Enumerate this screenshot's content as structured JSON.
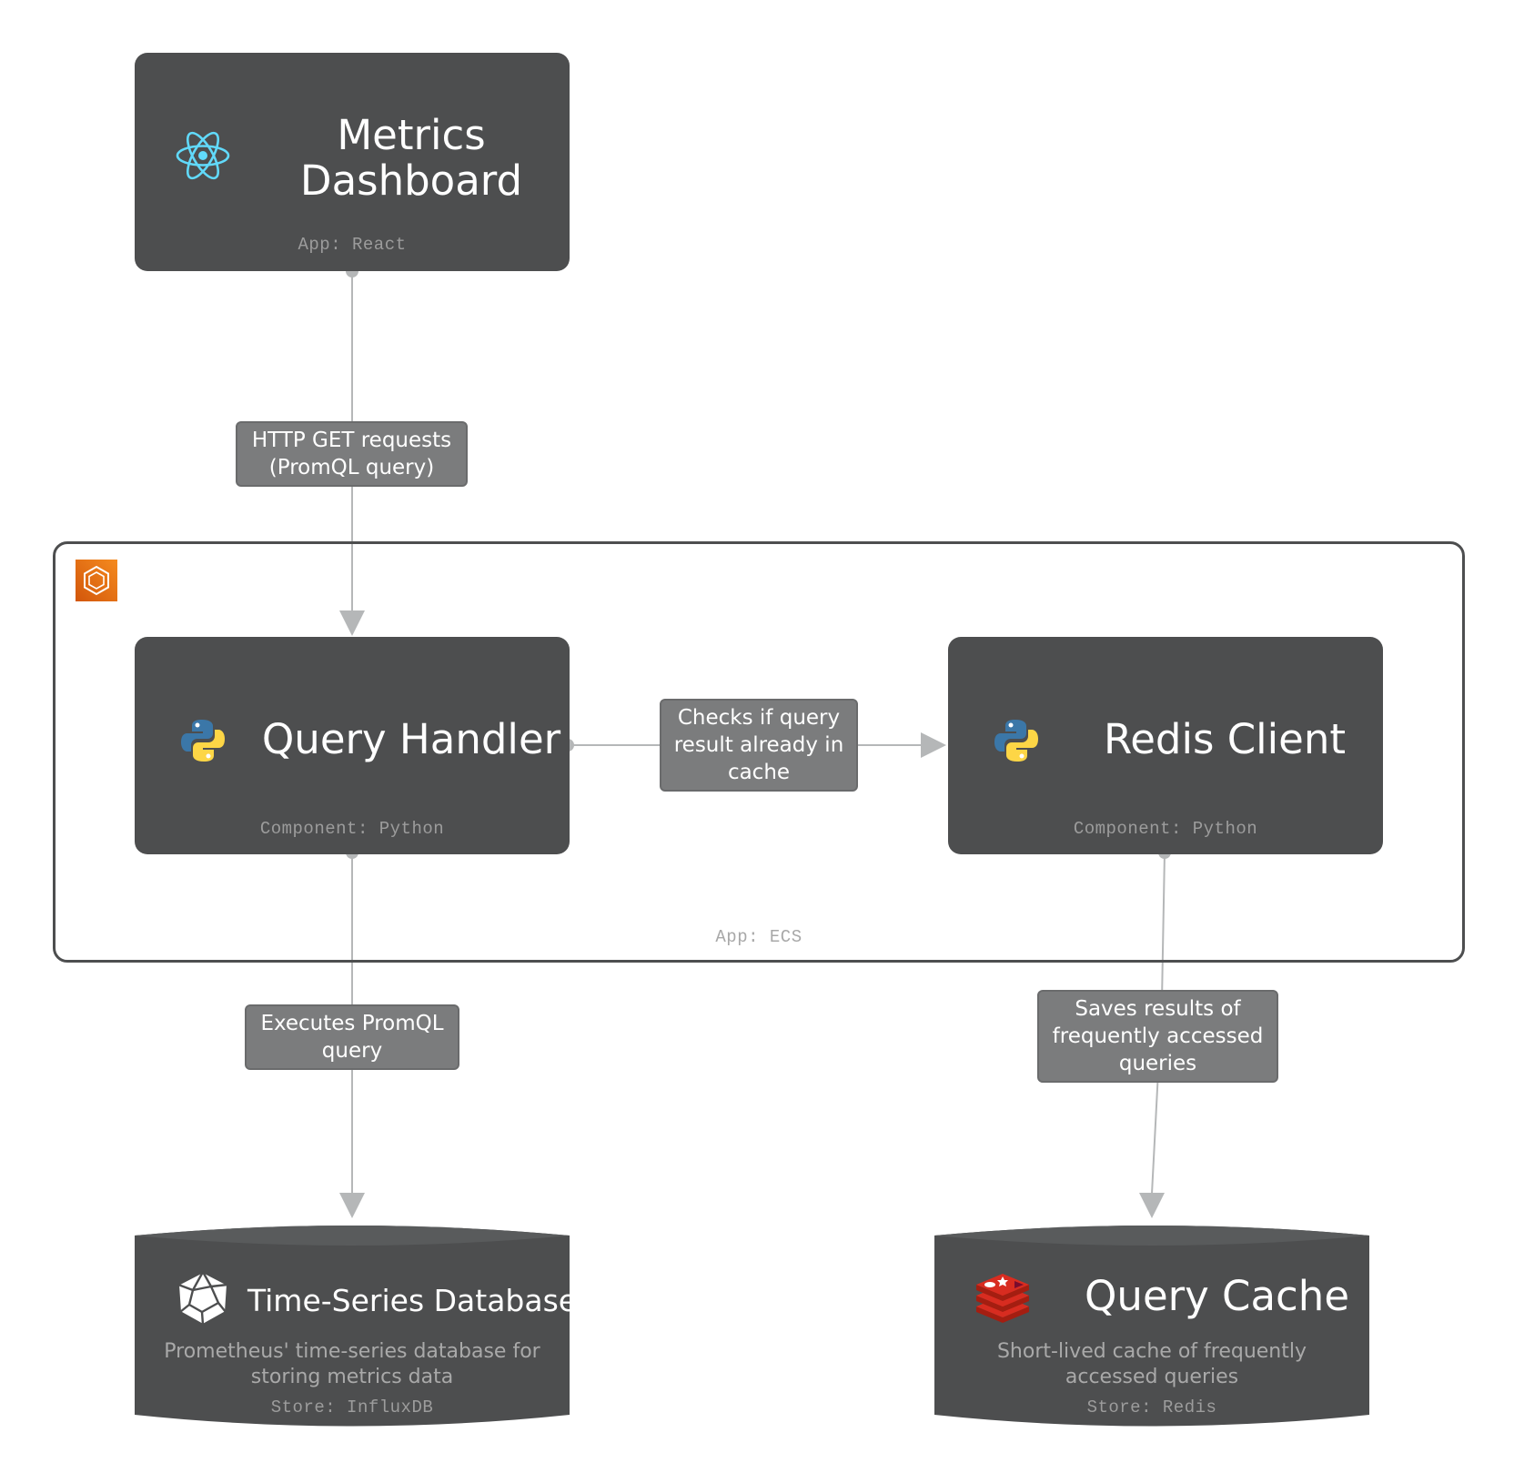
{
  "nodes": {
    "dashboard": {
      "title": "Metrics Dashboard",
      "title_lines": [
        "Metrics",
        "Dashboard"
      ],
      "tech": "App: React",
      "icon": "react-icon"
    },
    "query_handler": {
      "title": "Query Handler",
      "tech": "Component: Python",
      "icon": "python-icon"
    },
    "redis_client": {
      "title": "Redis Client",
      "tech": "Component: Python",
      "icon": "python-icon"
    }
  },
  "cluster": {
    "label": "App: ECS",
    "icon": "aws-ecs-icon"
  },
  "stores": {
    "tsdb": {
      "title": "Time-Series Database",
      "description": "Prometheus' time-series database for storing metrics data",
      "tech": "Store: InfluxDB",
      "icon": "prometheus-icon"
    },
    "cache": {
      "title": "Query Cache",
      "description": "Short-lived cache of frequently accessed queries",
      "tech": "Store: Redis",
      "icon": "redis-icon"
    }
  },
  "edges": {
    "dashboard_to_handler": "HTTP GET requests (PromQL query)",
    "handler_to_redis": "Checks if query result already in cache",
    "handler_to_tsdb": "Executes PromQL query",
    "redis_to_cache": "Saves results of frequently accessed queries"
  },
  "colors": {
    "node": "#4d4e4f",
    "edge": "#b5b7b8",
    "label_bg": "#7b7c7d",
    "cluster_border": "#4d4e4f",
    "ecs_orange": "#e8700f"
  }
}
